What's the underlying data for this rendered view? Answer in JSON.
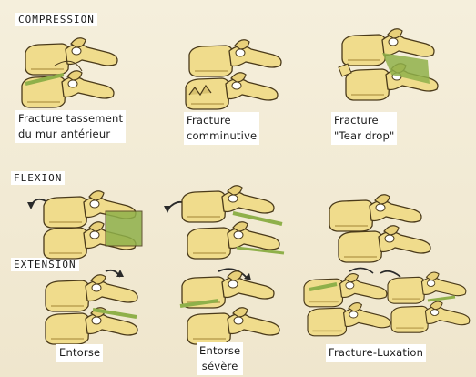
{
  "sections": {
    "compression": "COMPRESSION",
    "flexion": "FLEXION",
    "extension": "EXTENSION"
  },
  "labels": {
    "wedge_line1": "Fracture tassement",
    "wedge_line2": "du mur antérieur",
    "comminutive_line1": "Fracture",
    "comminutive_line2": "comminutive",
    "teardrop_line1": "Fracture",
    "teardrop_line2": "\"Tear drop\"",
    "sprain": "Entorse",
    "severe_sprain_line1": "Entorse",
    "severe_sprain_line2": "sévère",
    "fracture_dislocation": "Fracture-Luxation"
  },
  "colors": {
    "bone_fill": "#f0dc8c",
    "bone_shade": "#c9b060",
    "bone_outline": "#4a3a1a",
    "ligament": "#8fb04a",
    "background": "#f3ecd6"
  }
}
